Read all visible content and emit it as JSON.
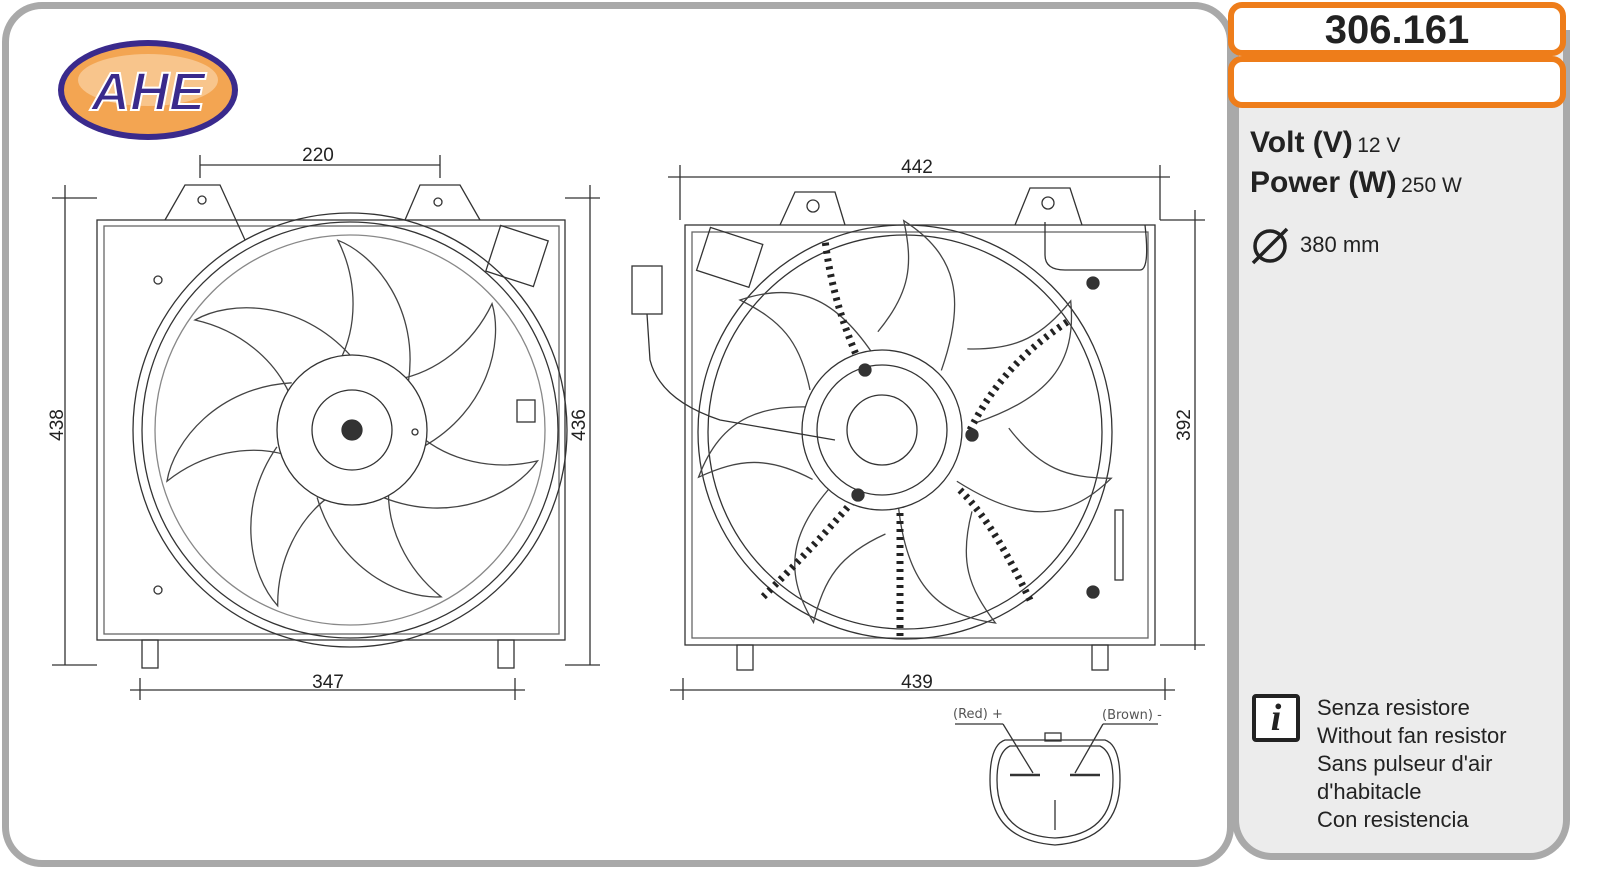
{
  "brand": {
    "logo_text": "AHE",
    "colors": {
      "orange": "#ee7d1a",
      "purple": "#3a2a8c",
      "frame": "#a9a9a9"
    }
  },
  "product": {
    "code": "306.161"
  },
  "specs": {
    "volt_label": "Volt (V)",
    "volt_value": "12 V",
    "power_label": "Power (W)",
    "power_value": "250 W",
    "diameter_value": "380 mm"
  },
  "notes": [
    "Senza resistore",
    "Without fan resistor",
    "Sans pulseur d'air",
    "d'habitacle",
    "Con resistencia"
  ],
  "dimensions": {
    "front_top": "220",
    "front_left": "438",
    "front_right": "436",
    "front_bottom": "347",
    "rear_top": "442",
    "rear_right": "392",
    "rear_bottom": "439"
  },
  "connector": {
    "red_label": "(Red) +",
    "brown_label": "(Brown) -"
  }
}
